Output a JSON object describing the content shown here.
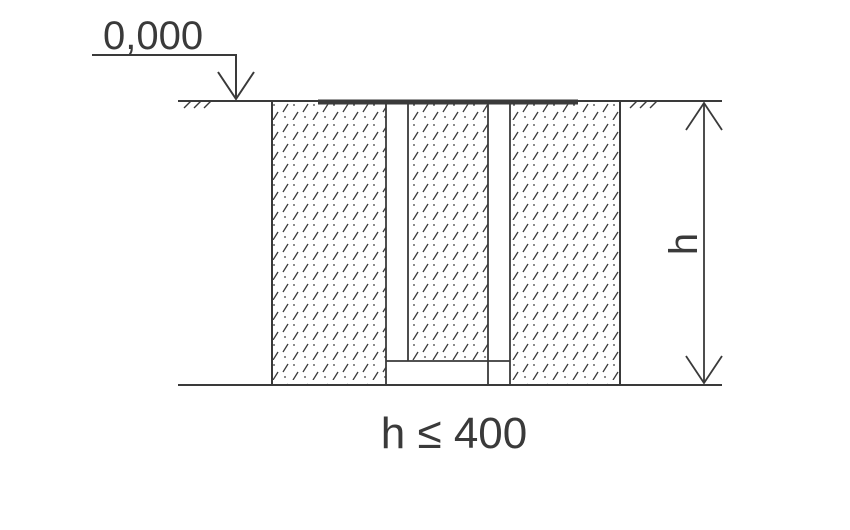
{
  "level_mark": {
    "text": "0,000"
  },
  "dimension": {
    "label": "h"
  },
  "caption": {
    "text": "h ≤ 400"
  },
  "colors": {
    "line": "#3a3a3a",
    "hatch": "#3a3a3a",
    "background": "#ffffff"
  }
}
